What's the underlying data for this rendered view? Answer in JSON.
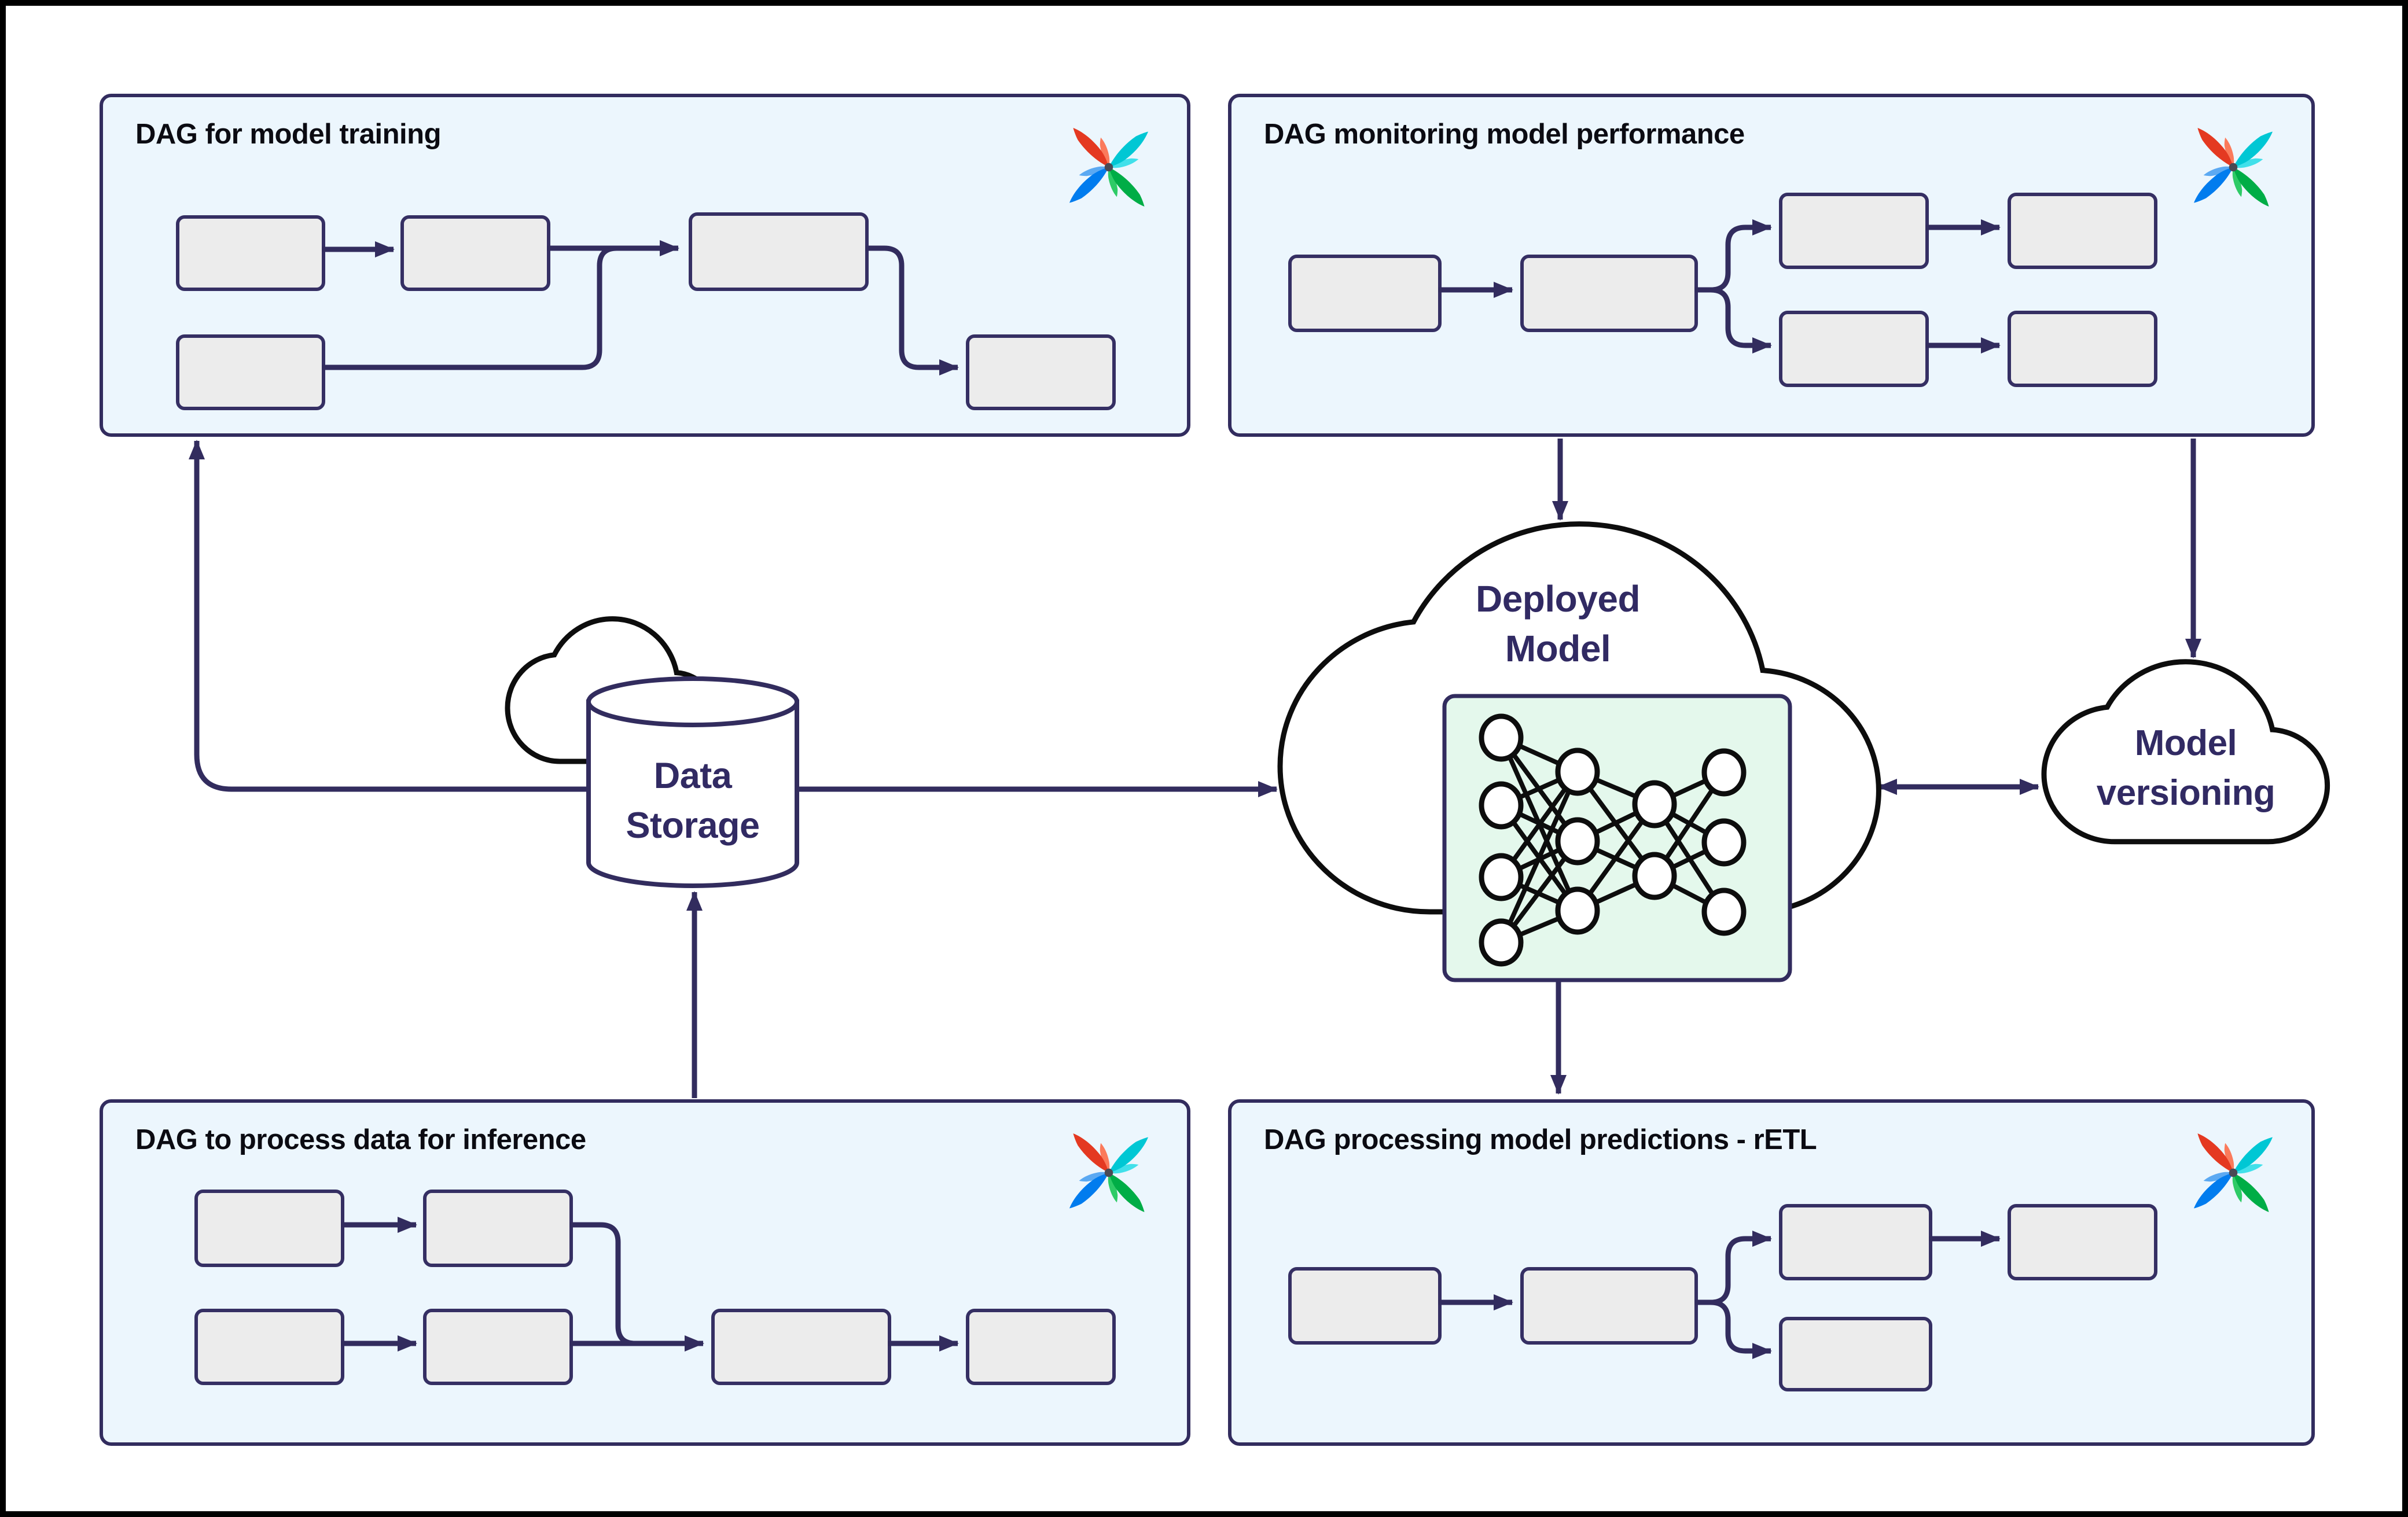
{
  "diagram": {
    "kind": "MLOps architecture with Apache Airflow DAGs",
    "background": "#ffffff",
    "accent_navy": "#322c5e",
    "panel_fill": "#ecf6fd",
    "task_fill": "#ececec",
    "neural_net_fill": "#e4f8ec",
    "cloud_stroke": "#0d0d0d"
  },
  "panels": [
    {
      "id": "training",
      "title": "DAG for model training",
      "logo": "airflow-pinwheel",
      "task_count": 5,
      "edges": [
        "t1>t2",
        "t2>t3",
        "t5>t3",
        "t3>t4"
      ]
    },
    {
      "id": "monitoring",
      "title": "DAG monitoring model performance",
      "logo": "airflow-pinwheel",
      "task_count": 6,
      "edges": [
        "t1>t2",
        "t2>t3",
        "t2>t5",
        "t3>t4",
        "t5>t6"
      ]
    },
    {
      "id": "inference",
      "title": "DAG to process data for inference",
      "logo": "airflow-pinwheel",
      "task_count": 6,
      "edges": [
        "t1>t2",
        "t2>t5",
        "t3>t4",
        "t4>t5",
        "t5>t6"
      ]
    },
    {
      "id": "retl",
      "title": "DAG processing model predictions - rETL",
      "logo": "airflow-pinwheel",
      "task_count": 5,
      "edges": [
        "t1>t2",
        "t2>t3",
        "t2>t5",
        "t3>t4"
      ]
    }
  ],
  "nodes": {
    "data_storage": {
      "line1": "Data",
      "line2": "Storage",
      "shape": "database-cylinder-with-cloud"
    },
    "deployed_model": {
      "line1": "Deployed",
      "line2": "Model",
      "shape": "cloud",
      "contains": "neural-network"
    },
    "model_versioning": {
      "line1": "Model",
      "line2": "versioning",
      "shape": "cloud"
    }
  },
  "neural_network": {
    "layers": [
      4,
      3,
      2,
      3
    ]
  },
  "connections": [
    {
      "from": "data_storage",
      "to": "panel-training",
      "arrow": "single"
    },
    {
      "from": "data_storage",
      "to": "deployed_model",
      "arrow": "single"
    },
    {
      "from": "panel-inference",
      "to": "data_storage",
      "arrow": "single"
    },
    {
      "from": "panel-monitoring",
      "to": "deployed_model",
      "arrow": "single"
    },
    {
      "from": "panel-monitoring",
      "to": "model_versioning",
      "arrow": "single"
    },
    {
      "from": "deployed_model",
      "to": "model_versioning",
      "arrow": "double"
    },
    {
      "from": "deployed_model",
      "to": "panel-retl",
      "arrow": "single"
    }
  ],
  "logo_colors": {
    "red": "#E43921",
    "salmon": "#FB7A5B",
    "teal": "#00C7D4",
    "light_teal": "#41E0EA",
    "green": "#00AD46",
    "light_green": "#2ECB66",
    "blue": "#017CEE",
    "light_blue": "#5BA9F2",
    "hub": "#4a4a55"
  }
}
